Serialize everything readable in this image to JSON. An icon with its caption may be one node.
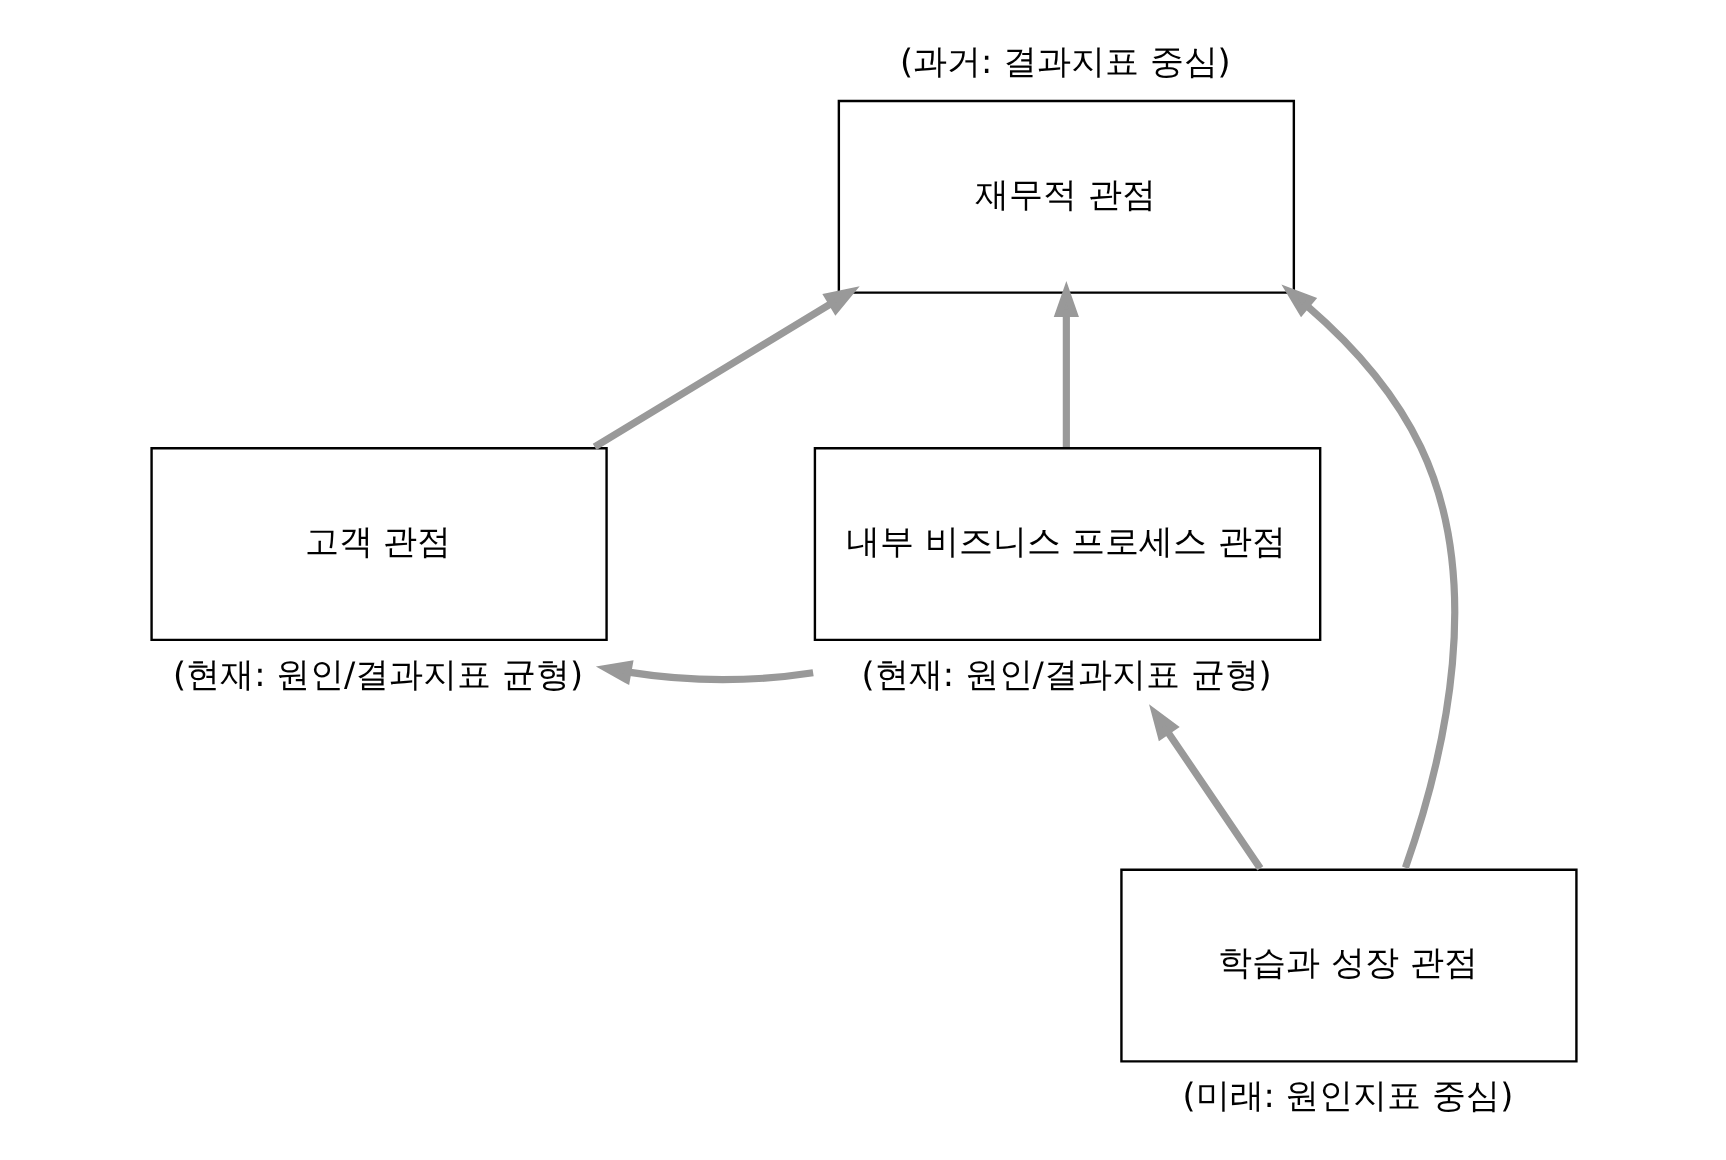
{
  "diagram": {
    "nodes": [
      {
        "text": [
          "재무적 관점"
        ],
        "beside": [
          "(과거: 결과지표 중심)"
        ]
      },
      {
        "text": [
          "고객 관점"
        ],
        "beside": [
          "(현재: 원인/결과지표 균형)"
        ]
      },
      {
        "text": [
          "내부 비즈니스 프로세스 관점"
        ],
        "beside": [
          "(현재: 원인/결과지표 균형)"
        ]
      },
      {
        "text": [
          "학습과 성장 관점"
        ],
        "beside": [
          "(미래: 원인지표 중심)"
        ]
      }
    ],
    "edges": [
      {
        "from": 1,
        "to": 0,
        "arrow": "to"
      },
      {
        "from": 2,
        "to": 0,
        "arrow": "to"
      },
      {
        "from": 3,
        "to": 0,
        "arrow": "to"
      },
      {
        "from": 2,
        "to": 1,
        "arrow": "to"
      },
      {
        "from": 3,
        "to": 2,
        "arrow": "to"
      }
    ]
  }
}
